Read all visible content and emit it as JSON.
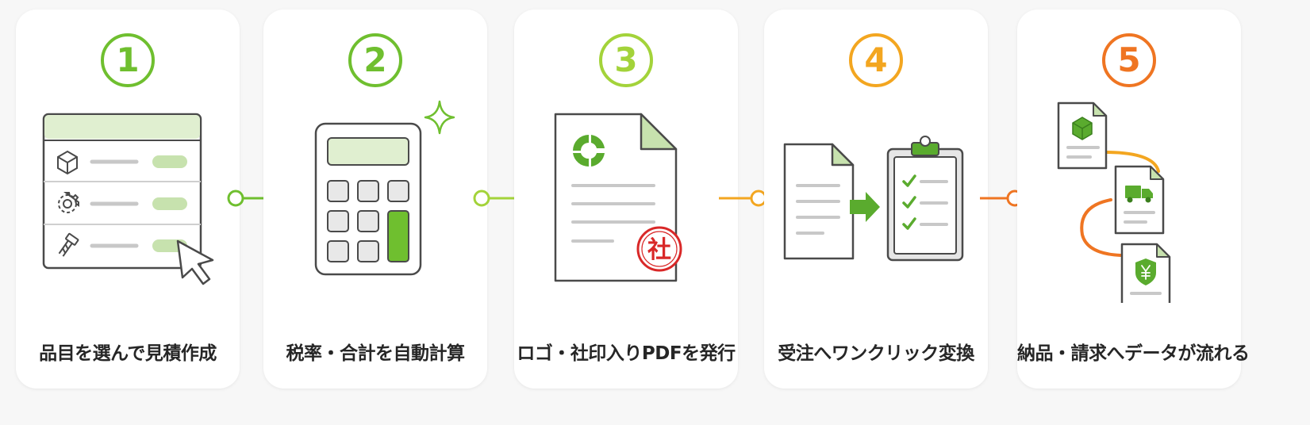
{
  "colors": {
    "step1": "#6fbf2f",
    "step2": "#6fbf2f",
    "step3": "#a3d33a",
    "step4": "#f3a620",
    "step5": "#ef7522",
    "card_green": "#e0efd0",
    "dark_green": "#5aab2e",
    "stamp_red": "#d92828",
    "outline": "#4a4a4a"
  },
  "steps": [
    {
      "number": "1",
      "label": "品目を選んで見積作成",
      "icons": [
        "cube-icon",
        "gear-icon",
        "bolt-icon",
        "cursor-icon"
      ]
    },
    {
      "number": "2",
      "label": "税率・合計を自動計算",
      "icons": [
        "calculator-icon",
        "sparkle-icon"
      ]
    },
    {
      "number": "3",
      "label": "ロゴ・社印入りPDFを発行",
      "icons": [
        "document-icon",
        "logo-icon"
      ],
      "stamp_text": "社"
    },
    {
      "number": "4",
      "label": "受注へワンクリック変換",
      "icons": [
        "document-icon",
        "arrow-right-icon",
        "clipboard-checklist-icon"
      ]
    },
    {
      "number": "5",
      "label": "納品・請求へデータが流れる",
      "icons": [
        "cube-document-icon",
        "truck-document-icon",
        "yen-document-icon"
      ]
    }
  ]
}
